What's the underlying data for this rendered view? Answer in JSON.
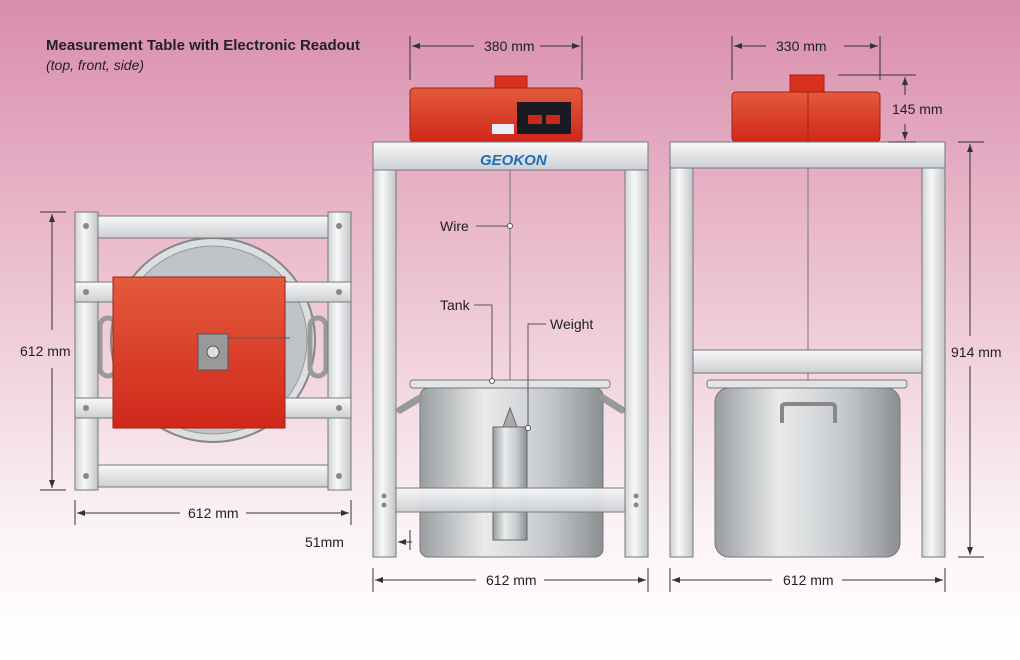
{
  "title": "Measurement Table with Electronic Readout",
  "subtitle": "(top, front, side)",
  "top_view": {
    "height_dim": "612 mm",
    "width_dim": "612 mm"
  },
  "front_view": {
    "width_dim_top": "380 mm",
    "width_dim_bottom": "612 mm",
    "gap_dim": "51mm",
    "logo": "GEOKON",
    "labels": {
      "wire": "Wire",
      "tank": "Tank",
      "weight": "Weight"
    }
  },
  "side_view": {
    "width_dim_top": "330 mm",
    "readout_height_dim": "145 mm",
    "height_dim": "914 mm",
    "width_dim_bottom": "612 mm"
  },
  "colors": {
    "readout_red": "#d8321f",
    "metal": "#e6e8ea",
    "background_top": "#d98dac"
  }
}
